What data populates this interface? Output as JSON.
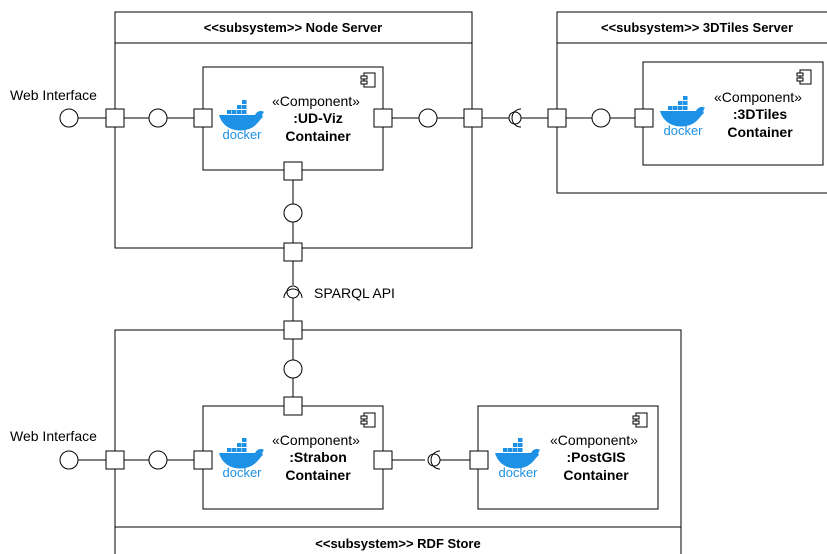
{
  "subsystems": {
    "node_server": "<<subsystem>> Node Server",
    "tiles_server": "<<subsystem>> 3DTiles Server",
    "rdf_store": "<<subsystem>> RDF Store"
  },
  "components": {
    "udviz": {
      "stereotype": "«Component»",
      "name": ":UD-Viz",
      "line2": "Container",
      "logo": "docker"
    },
    "tiles": {
      "stereotype": "«Component»",
      "name": ":3DTiles",
      "line2": "Container",
      "logo": "docker"
    },
    "strabon": {
      "stereotype": "«Component»",
      "name": ":Strabon",
      "line2": "Container",
      "logo": "docker"
    },
    "postgis": {
      "stereotype": "«Component»",
      "name": ":PostGIS",
      "line2": "Container",
      "logo": "docker"
    }
  },
  "interfaces": {
    "web_top": "Web Interface",
    "web_bottom": "Web Interface",
    "sparql": "SPARQL API"
  },
  "logo_text": "docker",
  "colors": {
    "docker_blue": "#1D91E6",
    "stroke": "#000000"
  }
}
